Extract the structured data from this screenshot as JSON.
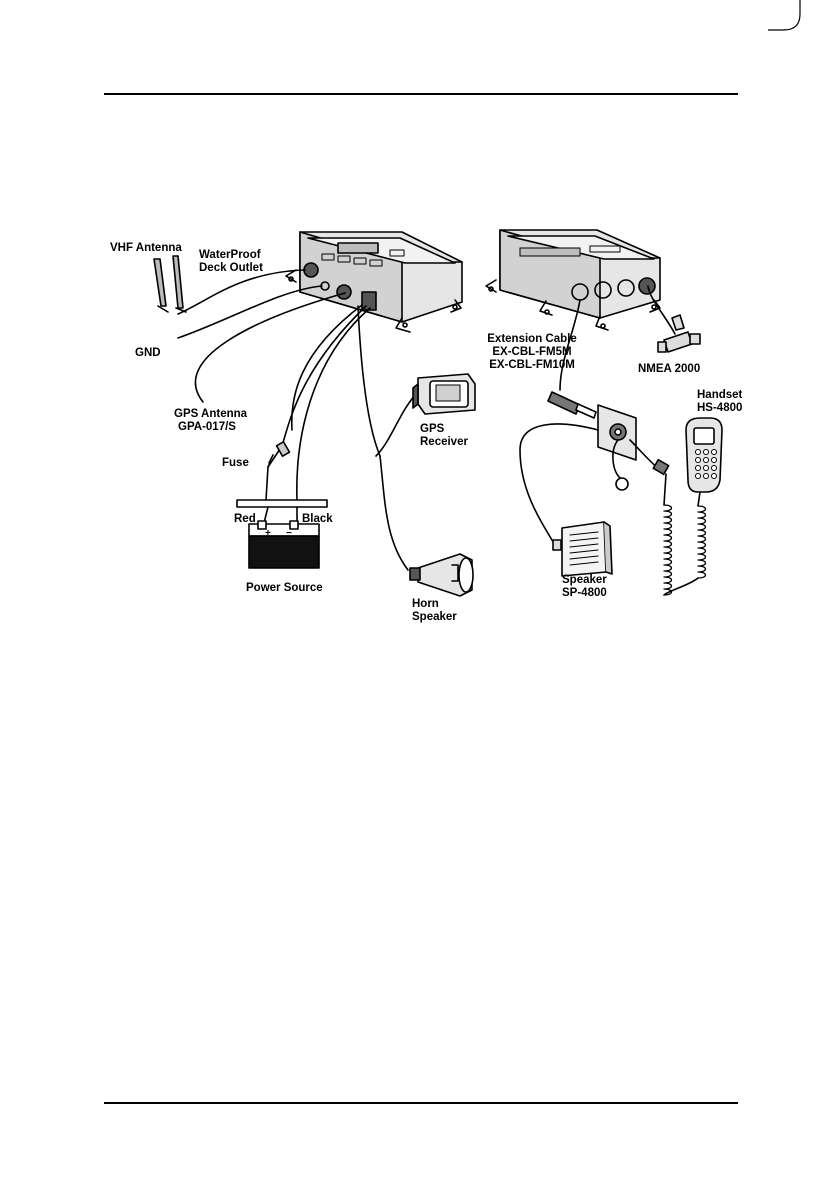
{
  "labels": {
    "vhf_antenna": "VHF Antenna",
    "waterproof_deck_outlet": [
      "WaterProof",
      "Deck Outlet"
    ],
    "gnd": "GND",
    "gps_antenna": [
      "GPS Antenna",
      "GPA-017/S"
    ],
    "fuse": "Fuse",
    "red": "Red",
    "black": "Black",
    "power_source": "Power Source",
    "gps_receiver": [
      "GPS",
      "Receiver"
    ],
    "horn_speaker": [
      "Horn",
      "Speaker"
    ],
    "extension_cable": [
      "Extension Cable",
      "EX-CBL-FM5M",
      "EX-CBL-FM10M"
    ],
    "nmea_2000": "NMEA 2000",
    "handset": [
      "Handset",
      "HS-4800"
    ],
    "speaker": [
      "Speaker",
      "SP-4800"
    ],
    "battery_plus": "+",
    "battery_minus": "−"
  },
  "colors": {
    "line": "#000000",
    "unit_fill": "#e6e6e6",
    "battery_fill": "#111111"
  }
}
